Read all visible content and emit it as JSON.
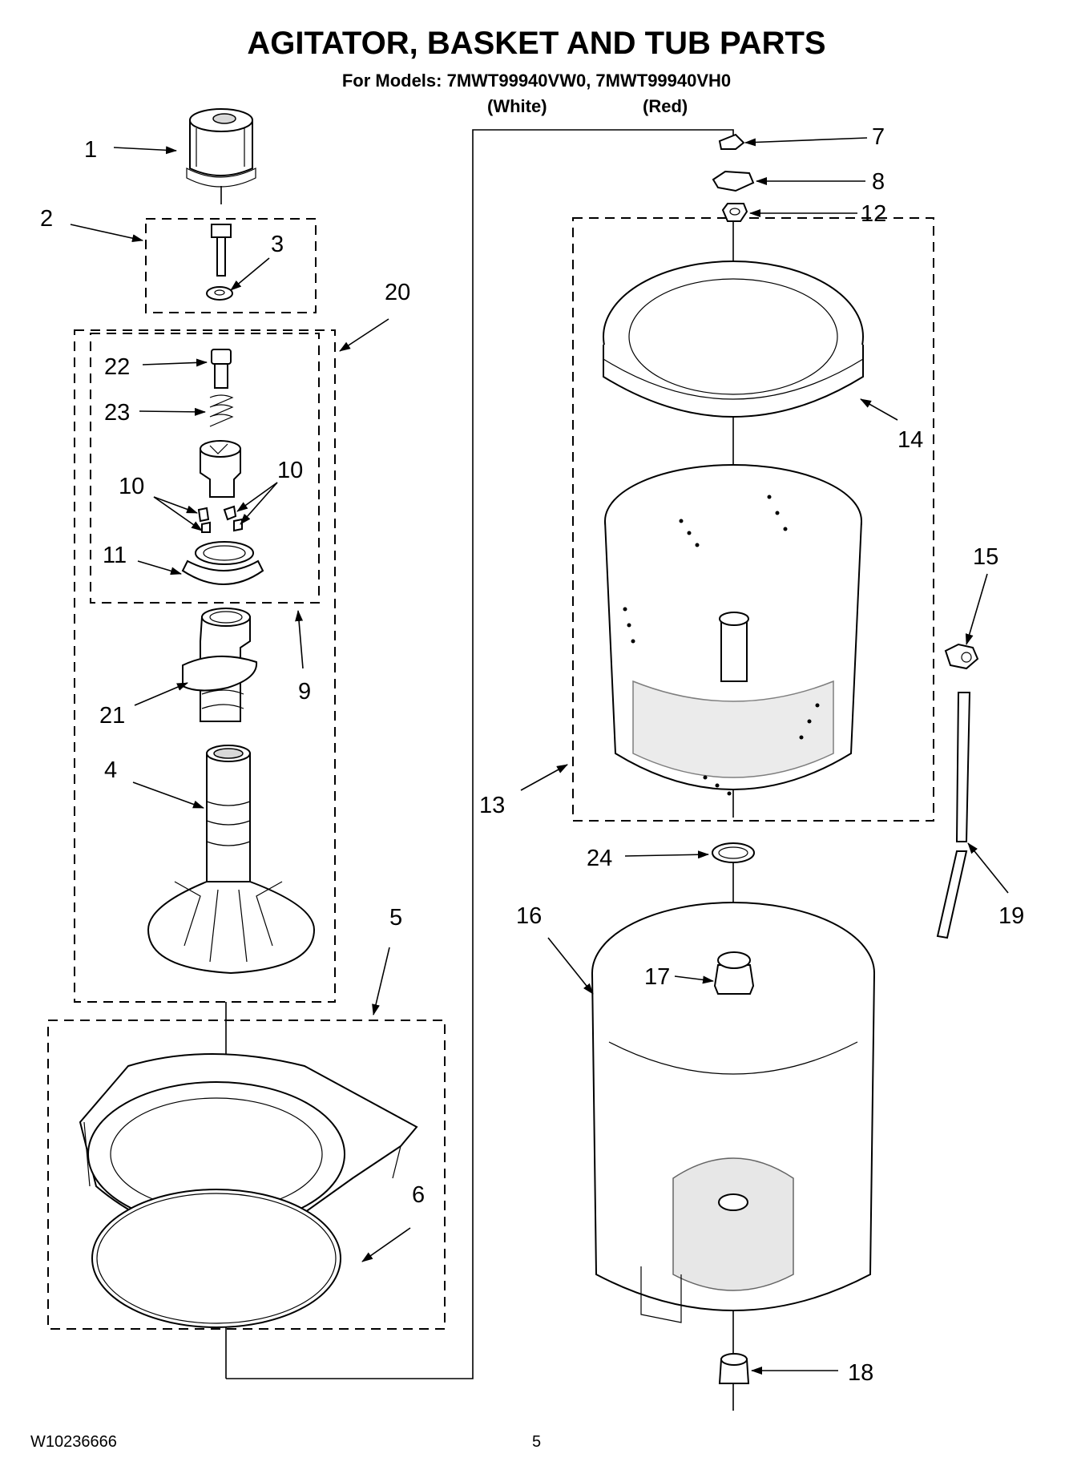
{
  "page": {
    "title": "AGITATOR, BASKET AND TUB PARTS",
    "subtitle": "For Models: 7MWT99940VW0, 7MWT99940VH0",
    "variant_white": "(White)",
    "variant_red": "(Red)",
    "document_number": "W10236666",
    "page_number": "5"
  },
  "callouts": [
    "1",
    "2",
    "3",
    "20",
    "22",
    "23",
    "10",
    "10",
    "11",
    "9",
    "21",
    "4",
    "5",
    "6",
    "7",
    "8",
    "12",
    "14",
    "15",
    "13",
    "24",
    "16",
    "17",
    "19",
    "18"
  ]
}
